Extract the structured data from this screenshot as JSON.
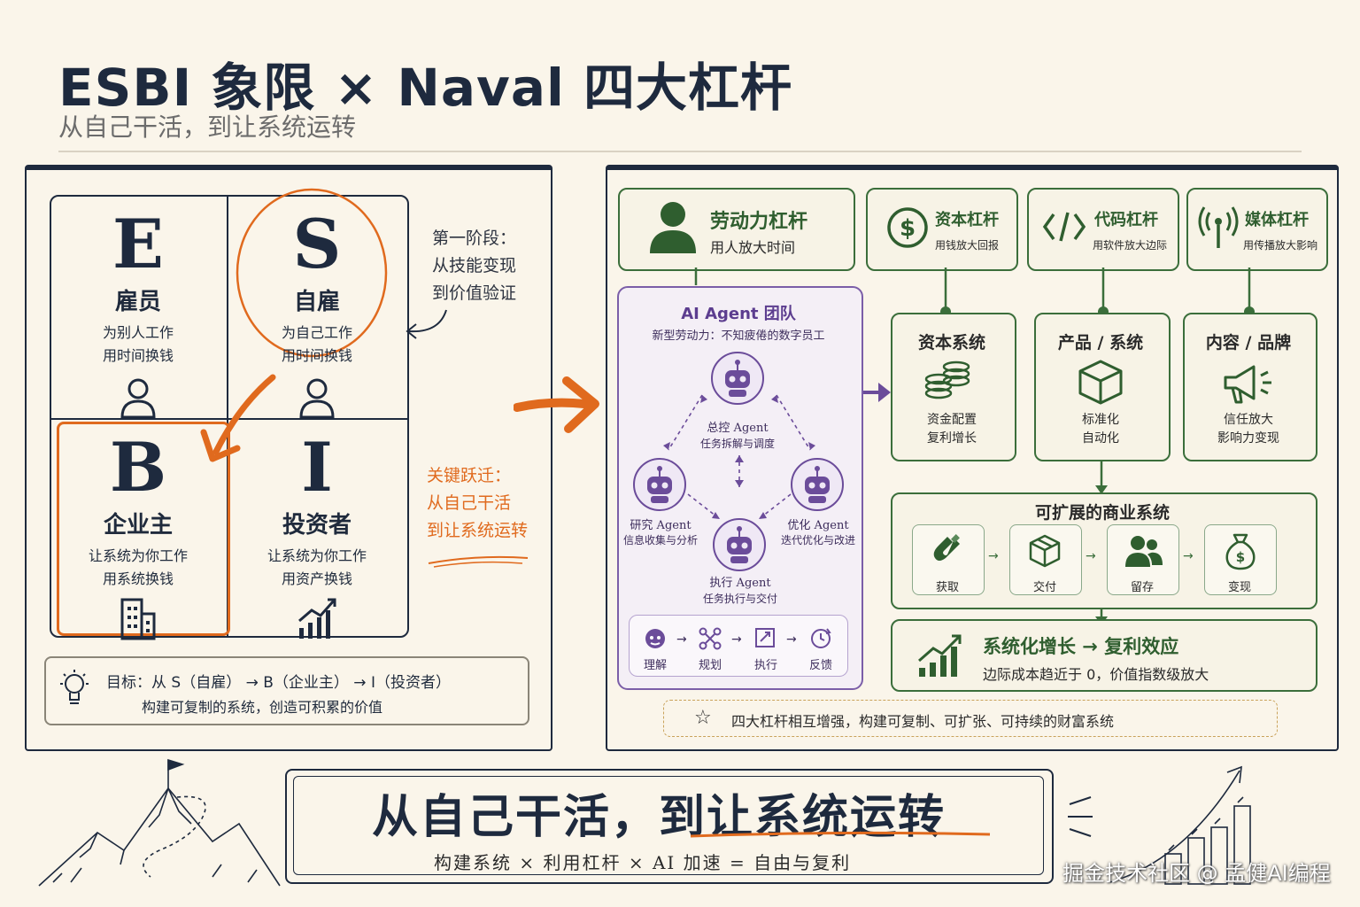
{
  "header": {
    "title": "ESBI 象限 × Naval 四大杠杆",
    "subtitle": "从自己干活，到让系统运转"
  },
  "quadrant": {
    "cells": [
      {
        "letter": "E",
        "role": "雇员",
        "desc1": "为别人工作",
        "desc2": "用时间换钱",
        "icon": "person-icon"
      },
      {
        "letter": "S",
        "role": "自雇",
        "desc1": "为自己工作",
        "desc2": "用时间换钱",
        "icon": "person-icon"
      },
      {
        "letter": "B",
        "role": "企业主",
        "desc1": "让系统为你工作",
        "desc2": "用系统换钱",
        "icon": "building-icon"
      },
      {
        "letter": "I",
        "role": "投资者",
        "desc1": "让系统为你工作",
        "desc2": "用资产换钱",
        "icon": "growth-chart-icon"
      }
    ],
    "note_stage": [
      "第一阶段：",
      "从技能变现",
      "到价值验证"
    ],
    "note_leap": [
      "关键跃迁：",
      "从自己干活",
      "到让系统运转"
    ],
    "goal_line1": "目标：从 S（自雇） → B（企业主） → I（投资者）",
    "goal_line2": "构建可复制的系统，创造可积累的价值"
  },
  "levers": {
    "labor": {
      "title": "劳动力杠杆",
      "sub": "用人放大时间",
      "icon": "person-icon"
    },
    "capital": {
      "title": "资本杠杆",
      "sub": "用钱放大回报",
      "icon": "dollar-icon"
    },
    "code": {
      "title": "代码杠杆",
      "sub": "用软件放大边际",
      "icon": "code-icon"
    },
    "media": {
      "title": "媒体杠杆",
      "sub": "用传播放大影响",
      "icon": "broadcast-icon"
    }
  },
  "ai_team": {
    "title": "AI Agent 团队",
    "subtitle": "新型劳动力：不知疲倦的数字员工",
    "agents": [
      {
        "name": "总控 Agent",
        "role": "任务拆解与调度"
      },
      {
        "name": "研究 Agent",
        "role": "信息收集与分析"
      },
      {
        "name": "优化 Agent",
        "role": "迭代优化与改进"
      },
      {
        "name": "执行 Agent",
        "role": "任务执行与交付"
      }
    ],
    "loop": [
      "理解",
      "规划",
      "执行",
      "反馈"
    ]
  },
  "systems": [
    {
      "title": "资本系统",
      "d1": "资金配置",
      "d2": "复利增长",
      "icon": "coins-icon"
    },
    {
      "title": "产品 / 系统",
      "d1": "标准化",
      "d2": "自动化",
      "icon": "cube-icon"
    },
    {
      "title": "内容 / 品牌",
      "d1": "信任放大",
      "d2": "影响力变现",
      "icon": "megaphone-icon"
    }
  ],
  "business": {
    "title": "可扩展的商业系统",
    "steps": [
      "获取",
      "交付",
      "留存",
      "变现"
    ]
  },
  "growth": {
    "title": "系统化增长 → 复利效应",
    "sub": "边际成本趋近于 0，价值指数级放大"
  },
  "footer_note": "四大杠杆相互增强，构建可复制、可扩张、可持续的财富系统",
  "banner": {
    "title": "从自己干活，到让系统运转",
    "sub": "构建系统 × 利用杠杆 × AI 加速 = 自由与复利"
  },
  "watermark": "掘金技术社区 @ 孟健AI编程",
  "colors": {
    "navy": "#1e2a3e",
    "orange": "#e06a1e",
    "green": "#3b6e3b",
    "purple": "#6b4c9a"
  }
}
